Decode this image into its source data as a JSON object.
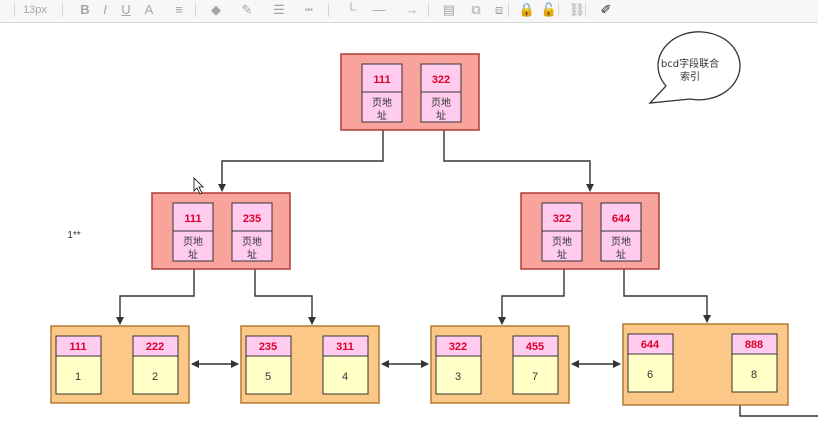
{
  "toolbar": {
    "font_size": "13px",
    "items": [
      {
        "name": "bold-button",
        "glyph": "B"
      },
      {
        "name": "italic-button",
        "glyph": "I"
      },
      {
        "name": "underline-button",
        "glyph": "U"
      },
      {
        "name": "font-color-button",
        "glyph": "A"
      },
      {
        "name": "align-button",
        "glyph": "≡"
      },
      {
        "name": "fill-color-button",
        "glyph": "◆"
      },
      {
        "name": "line-color-button",
        "glyph": "✎"
      },
      {
        "name": "line-width-button",
        "glyph": "☰"
      },
      {
        "name": "line-dash-button",
        "glyph": "┅"
      },
      {
        "name": "connector-style-button",
        "glyph": "└"
      },
      {
        "name": "line-style-button",
        "glyph": "—"
      },
      {
        "name": "arrow-style-button",
        "glyph": "→"
      },
      {
        "name": "arrange-button",
        "glyph": "▤"
      },
      {
        "name": "group-button",
        "glyph": "⧉"
      },
      {
        "name": "ungroup-button",
        "glyph": "⧈"
      },
      {
        "name": "lock-button",
        "glyph": "🔒"
      },
      {
        "name": "unlock-button",
        "glyph": "🔓"
      },
      {
        "name": "link-button",
        "glyph": "⛓"
      },
      {
        "name": "format-painter-button",
        "glyph": "✐"
      }
    ]
  },
  "diagram": {
    "colors": {
      "node_fill": "#f8a39b",
      "node_border": "#b13b35",
      "key_fill": "#ffccf0",
      "key_text": "#e0002a",
      "leaf_fill": "#fbc887",
      "leaf_border": "#b47a35",
      "leaf_value_fill": "#ffffc6"
    },
    "pointer_label": "页地址",
    "root": {
      "keys": [
        "111",
        "322"
      ]
    },
    "internal_nodes": [
      {
        "keys": [
          "111",
          "235"
        ]
      },
      {
        "keys": [
          "322",
          "644"
        ]
      }
    ],
    "leaves": [
      {
        "keys": [
          "111",
          "222"
        ],
        "values": [
          "1",
          "2"
        ]
      },
      {
        "keys": [
          "235",
          "311"
        ],
        "values": [
          "5",
          "4"
        ]
      },
      {
        "keys": [
          "322",
          "455"
        ],
        "values": [
          "3",
          "7"
        ]
      },
      {
        "keys": [
          "644",
          "888"
        ],
        "values": [
          "6",
          "8"
        ]
      }
    ],
    "callout_lines": [
      "bcd字段联合",
      "索引"
    ],
    "side_note": "1**"
  }
}
